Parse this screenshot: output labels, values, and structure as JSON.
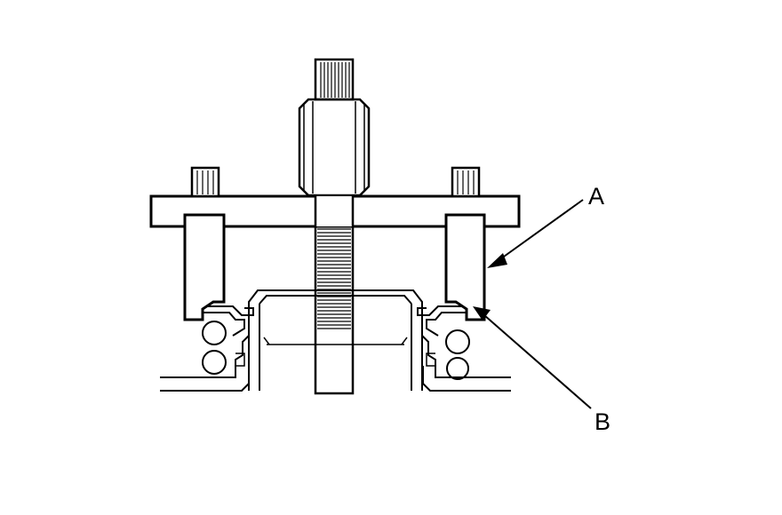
{
  "callouts": {
    "a": {
      "label": "A"
    },
    "b": {
      "label": "B"
    }
  },
  "colors": {
    "line": "#000000",
    "background": "#ffffff"
  },
  "icons": {
    "arrow": "filled-arrowhead"
  }
}
